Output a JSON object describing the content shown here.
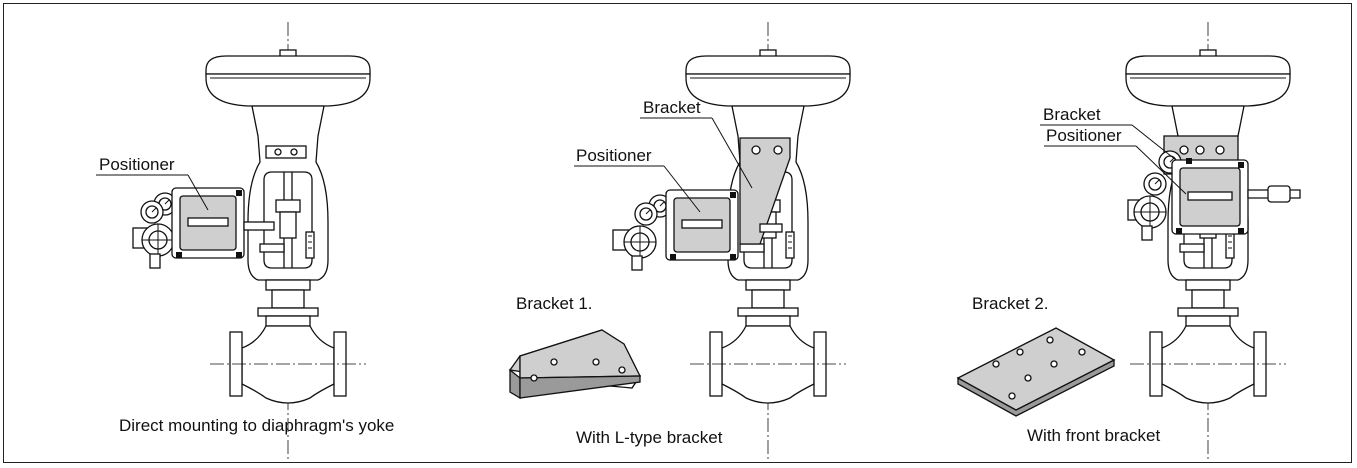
{
  "panels": [
    {
      "caption": "Direct mounting to diaphragm's yoke",
      "labels": {
        "positioner": "Positioner"
      }
    },
    {
      "caption": "With L-type bracket",
      "labels": {
        "bracket": "Bracket",
        "positioner": "Positioner",
        "part": "Bracket 1."
      }
    },
    {
      "caption": "With front bracket",
      "labels": {
        "bracket": "Bracket",
        "positioner": "Positioner",
        "part": "Bracket 2."
      }
    }
  ]
}
